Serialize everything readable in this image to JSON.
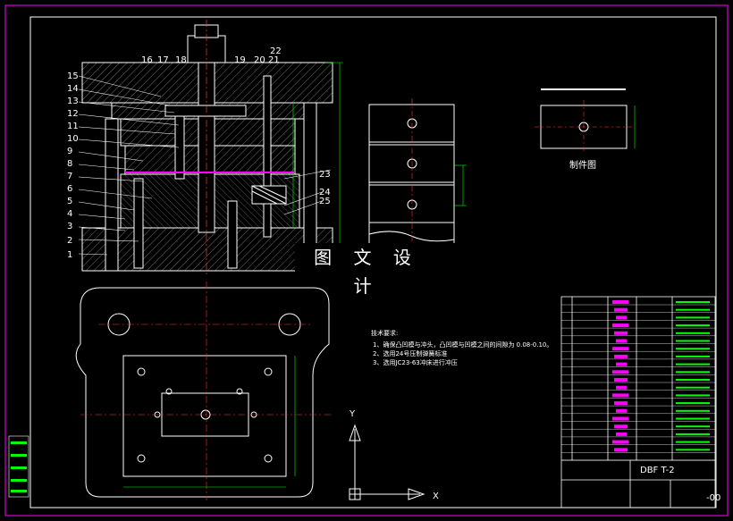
{
  "banner": "图 文 设 计",
  "part_label": "制件图",
  "part_labels": [
    "1",
    "2",
    "3",
    "4",
    "5",
    "6",
    "7",
    "8",
    "9",
    "10",
    "11",
    "12",
    "13",
    "14",
    "15"
  ],
  "top_labels": [
    "16",
    "17",
    "18",
    "19",
    "20",
    "21",
    "22"
  ],
  "right_labels": [
    "23",
    "24",
    "25"
  ],
  "notes_title": "技术要求:",
  "notes": [
    "1、确保凸凹模与冲头，凸凹模与凹模之间的间隙为 0.08-0.10。",
    "2、选用24号压制弹簧标准",
    "3、选用JC23-63冲床进行冲压"
  ],
  "axis": {
    "y": "Y",
    "x": "X"
  },
  "title_block": {
    "drawing_no": "DBF T-2",
    "suffix": "-00"
  },
  "colors": {
    "frame": "#ff00ff",
    "line": "#ffffff",
    "dim": "#00ff00",
    "center": "#ff3333",
    "hatch": "#8a8a8a"
  }
}
